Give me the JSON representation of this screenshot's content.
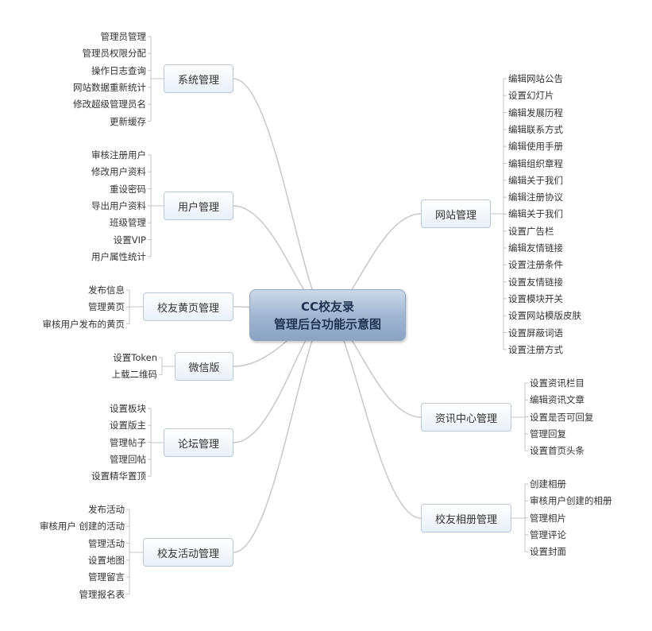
{
  "center": {
    "line1": "CC校友录",
    "line2": "管理后台功能示意图"
  },
  "branches": [
    {
      "id": "sys",
      "label": "系统管理",
      "side": "left",
      "items": [
        "管理员管理",
        "管理员权限分配",
        "操作日志查询",
        "网站数据重新统计",
        "修改超级管理员名",
        "更新缓存"
      ]
    },
    {
      "id": "user",
      "label": "用户管理",
      "side": "left",
      "items": [
        "审核注册用户",
        "修改用户资料",
        "重设密码",
        "导出用户资料",
        "班级管理",
        "设置VIP",
        "用户属性统计"
      ]
    },
    {
      "id": "yellow",
      "label": "校友黄页管理",
      "side": "left",
      "items": [
        "发布信息",
        "管理黄页",
        "审核用户发布的黄页"
      ]
    },
    {
      "id": "wechat",
      "label": "微信版",
      "side": "left",
      "items": [
        "设置Token",
        "上载二维码"
      ]
    },
    {
      "id": "forum",
      "label": "论坛管理",
      "side": "left",
      "items": [
        "设置板块",
        "设置版主",
        "管理帖子",
        "管理回帖",
        "设置精华置顶"
      ]
    },
    {
      "id": "activity",
      "label": "校友活动管理",
      "side": "left",
      "items": [
        "发布活动",
        "审核用户 创建的活动",
        "管理活动",
        "设置地图",
        "管理留言",
        "管理报名表"
      ]
    },
    {
      "id": "site",
      "label": "网站管理",
      "side": "right",
      "items": [
        "编辑网站公告",
        "设置幻灯片",
        "编辑发展历程",
        "编辑联系方式",
        "编辑使用手册",
        "编辑组织章程",
        "编辑关于我们",
        "编辑注册协议",
        "编辑关于我们",
        "设置广告栏",
        "编辑友情链接",
        "设置注册条件",
        "设置友情链接",
        "设置模块开关",
        "设置网站模版皮肤",
        "设置屏蔽词语",
        "设置注册方式"
      ]
    },
    {
      "id": "news",
      "label": "资讯中心管理",
      "side": "right",
      "items": [
        "设置资讯栏目",
        "编辑资讯文章",
        "设置是否可回复",
        "管理回复",
        "设置首页头条"
      ]
    },
    {
      "id": "album",
      "label": "校友相册管理",
      "side": "right",
      "items": [
        "创建相册",
        "审核用户创建的相册",
        "管理相片",
        "管理评论",
        "设置封面"
      ]
    }
  ]
}
